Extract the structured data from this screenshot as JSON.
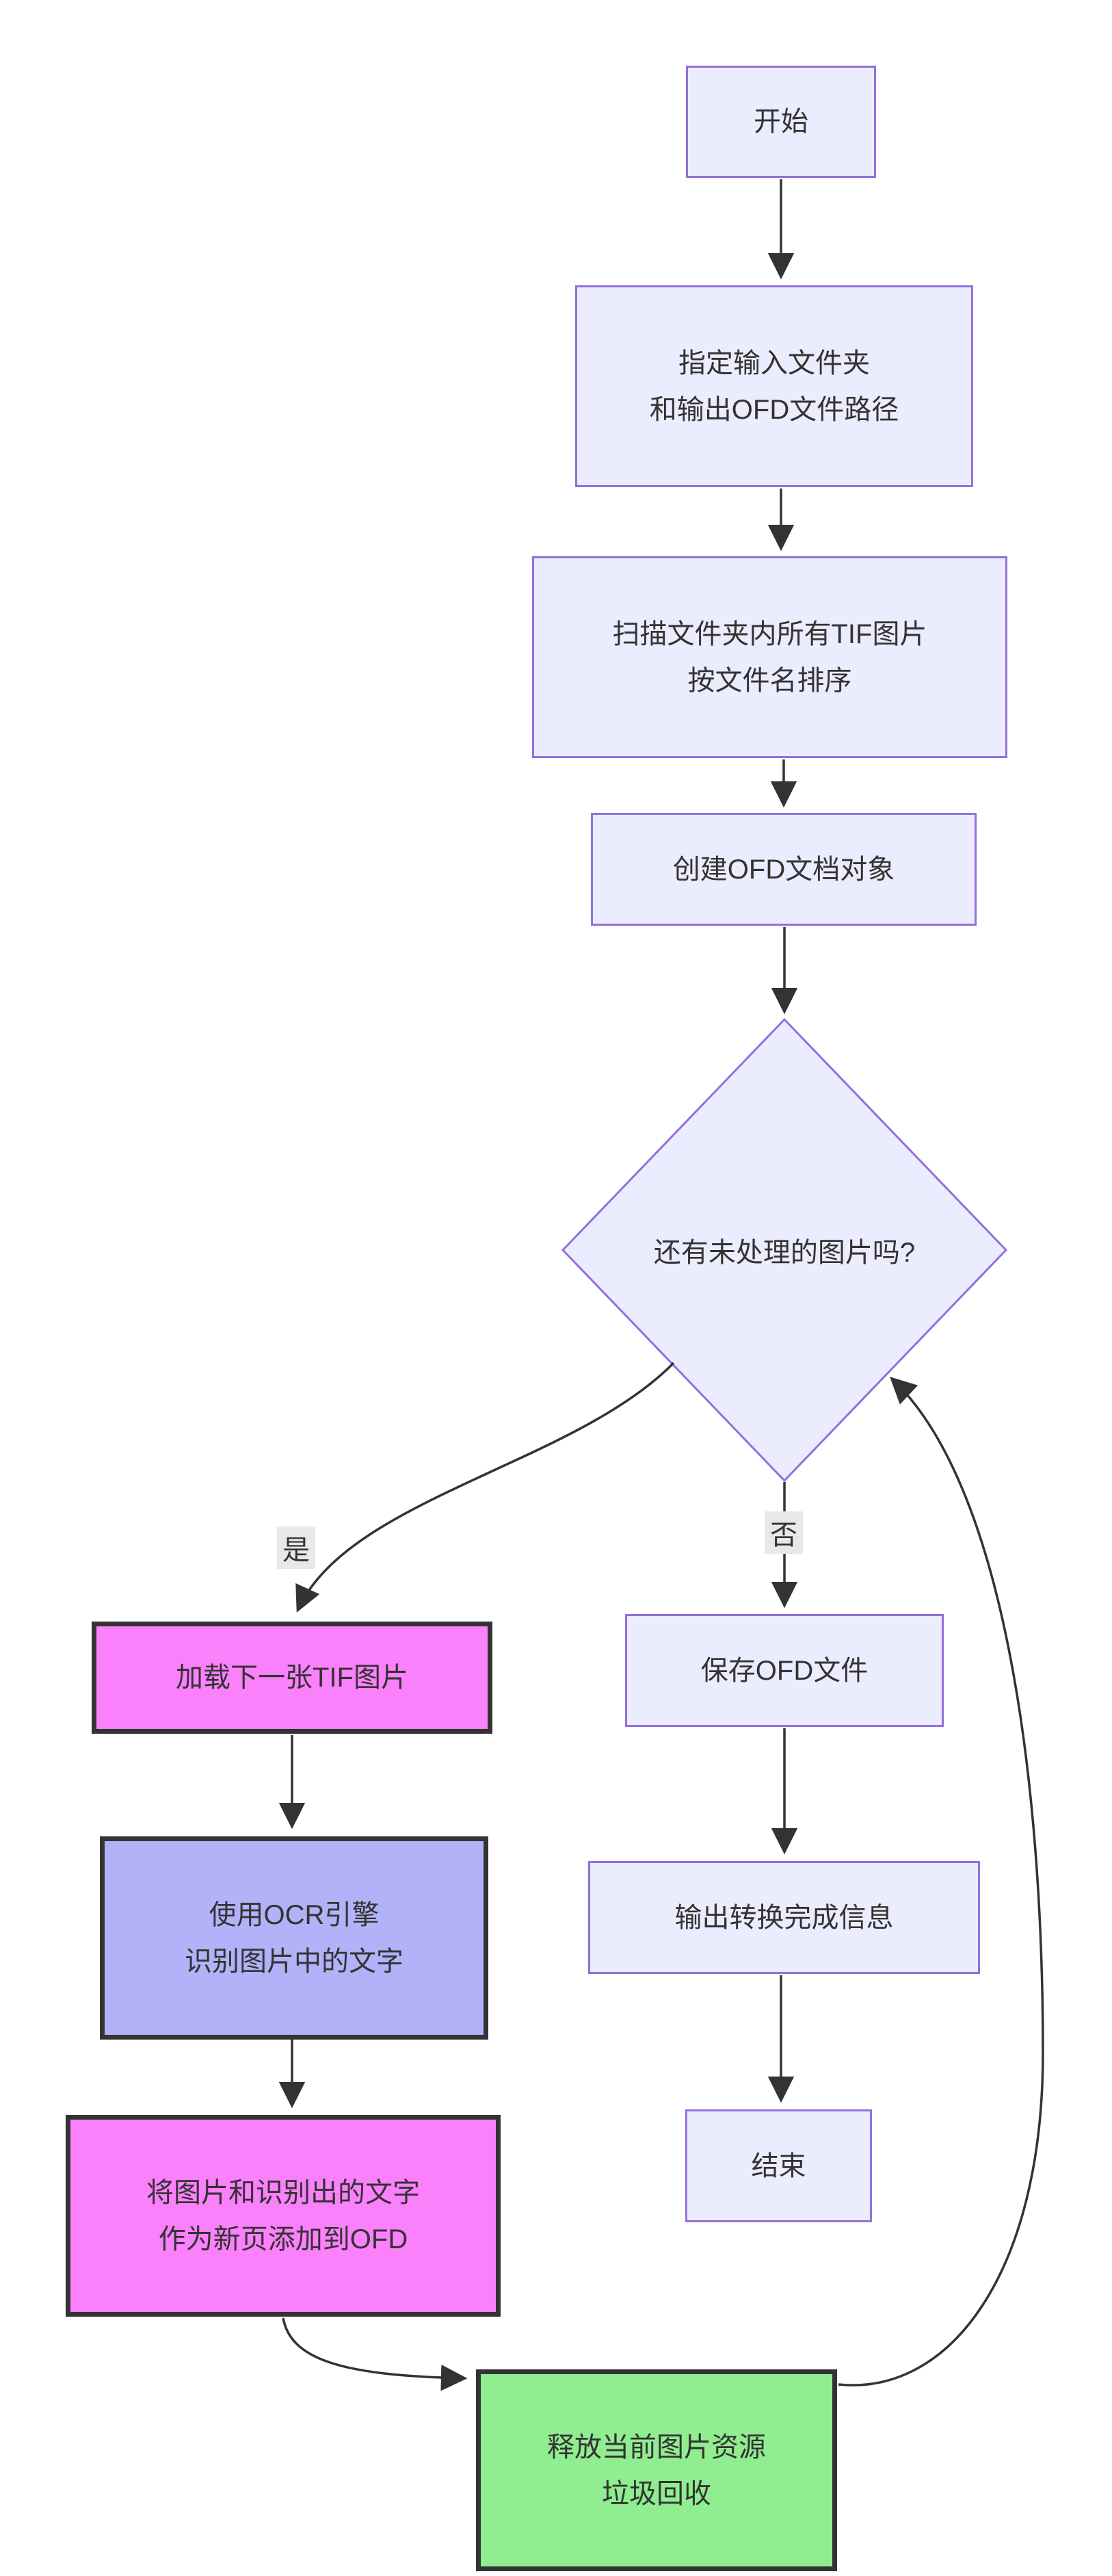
{
  "diagram": {
    "type": "flowchart",
    "direction": "top-down",
    "background_color": "#FFFFFF",
    "colors": {
      "default_node_fill": "#ECECFF",
      "default_node_border": "#9370DB",
      "pink_node_fill": "#FB80FB",
      "periwinkle_node_fill": "#B2B2F8",
      "green_node_fill": "#90EE90",
      "styled_node_border": "#333333",
      "edge_line": "#333333",
      "edge_label_background": "#E8E8E8",
      "text": "#333333"
    },
    "nodes": {
      "start": {
        "shape": "rect",
        "label": "开始"
      },
      "specify": {
        "shape": "rect",
        "line1": "指定输入文件夹",
        "line2": "和输出OFD文件路径"
      },
      "scan": {
        "shape": "rect",
        "line1": "扫描文件夹内所有TIF图片",
        "line2": "按文件名排序"
      },
      "create": {
        "shape": "rect",
        "label": "创建OFD文档对象"
      },
      "decision": {
        "shape": "diamond",
        "label": "还有未处理的图片吗?"
      },
      "load": {
        "shape": "rect",
        "label": "加载下一张TIF图片"
      },
      "ocr": {
        "shape": "rect",
        "line1": "使用OCR引擎",
        "line2": "识别图片中的文字"
      },
      "addpage": {
        "shape": "rect",
        "line1": "将图片和识别出的文字",
        "line2": "作为新页添加到OFD"
      },
      "release": {
        "shape": "rect",
        "line1": "释放当前图片资源",
        "line2": "垃圾回收"
      },
      "save": {
        "shape": "rect",
        "label": "保存OFD文件"
      },
      "output": {
        "shape": "rect",
        "label": "输出转换完成信息"
      },
      "end": {
        "shape": "rect",
        "label": "结束"
      }
    },
    "edge_labels": {
      "yes": "是",
      "no": "否"
    },
    "edges": [
      {
        "from": "start",
        "to": "specify",
        "label": ""
      },
      {
        "from": "specify",
        "to": "scan",
        "label": ""
      },
      {
        "from": "scan",
        "to": "create",
        "label": ""
      },
      {
        "from": "create",
        "to": "decision",
        "label": ""
      },
      {
        "from": "decision",
        "to": "load",
        "label": "是"
      },
      {
        "from": "decision",
        "to": "save",
        "label": "否"
      },
      {
        "from": "load",
        "to": "ocr",
        "label": ""
      },
      {
        "from": "ocr",
        "to": "addpage",
        "label": ""
      },
      {
        "from": "addpage",
        "to": "release",
        "label": ""
      },
      {
        "from": "release",
        "to": "decision",
        "label": ""
      },
      {
        "from": "save",
        "to": "output",
        "label": ""
      },
      {
        "from": "output",
        "to": "end",
        "label": ""
      }
    ]
  }
}
